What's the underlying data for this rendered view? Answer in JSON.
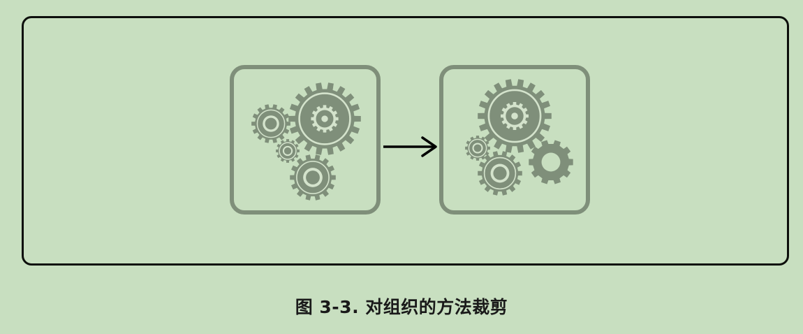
{
  "figure": {
    "caption": "图 3-3. 对组织的方法裁剪",
    "colors": {
      "background": "#c8dfc0",
      "gear": "#7f8f7a",
      "gear_light": "#d4e3cc",
      "frame_border": "#0d0f0c",
      "arrow": "#000000"
    },
    "panels": [
      {
        "name": "before",
        "gear_count": 4
      },
      {
        "name": "after",
        "gear_count": 4
      }
    ],
    "icons": [
      "gears-icon",
      "right-arrow-icon"
    ]
  }
}
